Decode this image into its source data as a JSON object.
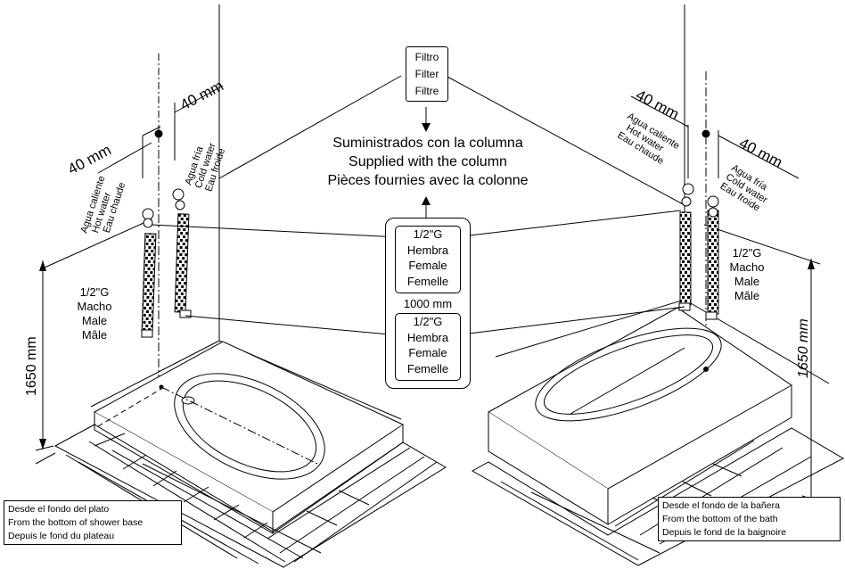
{
  "filter": {
    "lines": [
      "Filtro",
      "Filter",
      "Filtre"
    ]
  },
  "supplied": {
    "lines": [
      "Suministrados con la columna",
      "Supplied with the column",
      "Pièces fournies  avec la colonne"
    ]
  },
  "hose_top": {
    "lines": [
      "1/2\"G",
      "Hembra",
      "Female",
      "Femelle"
    ]
  },
  "hose_length": "1000 mm",
  "hose_bottom": {
    "lines": [
      "1/2\"G",
      "Hembra",
      "Female",
      "Femelle"
    ]
  },
  "left": {
    "dim_horizontal_top": "40 mm",
    "dim_horizontal_left": "40 mm",
    "hot_water": [
      "Agua caliente",
      "Hot water",
      "Eau chaude"
    ],
    "cold_water": [
      "Agua fría",
      "Cold water",
      "Eau froide"
    ],
    "male_fitting": [
      "1/2\"G",
      "Macho",
      "Male",
      "Mâle"
    ],
    "height": "1650 mm",
    "note": [
      "Desde el fondo del plato",
      "From the bottom of shower base",
      "Depuis le fond du plateau"
    ]
  },
  "right": {
    "dim_horizontal_top": "40 mm",
    "dim_horizontal_right": "40 mm",
    "hot_water": [
      "Agua caliente",
      "Hot water",
      "Eau chaude"
    ],
    "cold_water": [
      "Agua fría",
      "Cold water",
      "Eau froide"
    ],
    "male_fitting": [
      "1/2\"G",
      "Macho",
      "Male",
      "Mâle"
    ],
    "height": "1650 mm",
    "note": [
      "Desde el fondo de la bañera",
      "From the bottom of the bath",
      "Depuis le fond de la baignoire"
    ]
  }
}
